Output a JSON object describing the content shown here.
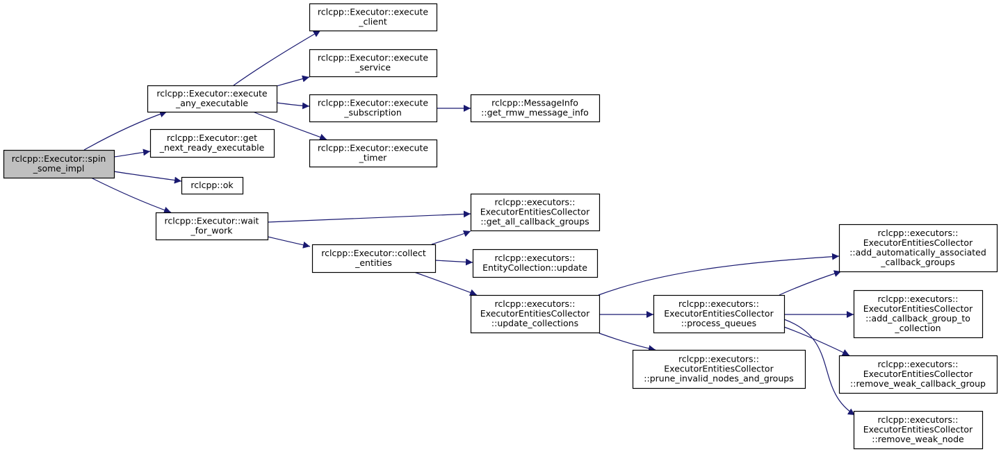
{
  "diagram": {
    "colors": {
      "edge": "#191970",
      "root_fill": "#bfbfbf",
      "node_fill": "#ffffff",
      "border": "#000000"
    },
    "nodes": [
      {
        "id": "spin_some_impl",
        "lines": [
          "rclcpp::Executor::spin",
          "_some_impl"
        ],
        "root": true
      },
      {
        "id": "execute_any_executable",
        "lines": [
          "rclcpp::Executor::execute",
          "_any_executable"
        ]
      },
      {
        "id": "get_next_ready_executable",
        "lines": [
          "rclcpp::Executor::get",
          "_next_ready_executable"
        ]
      },
      {
        "id": "ok",
        "lines": [
          "rclcpp::ok"
        ]
      },
      {
        "id": "wait_for_work",
        "lines": [
          "rclcpp::Executor::wait",
          "_for_work"
        ]
      },
      {
        "id": "execute_client",
        "lines": [
          "rclcpp::Executor::execute",
          "_client"
        ]
      },
      {
        "id": "execute_service",
        "lines": [
          "rclcpp::Executor::execute",
          "_service"
        ]
      },
      {
        "id": "execute_subscription",
        "lines": [
          "rclcpp::Executor::execute",
          "_subscription"
        ]
      },
      {
        "id": "execute_timer",
        "lines": [
          "rclcpp::Executor::execute",
          "_timer"
        ]
      },
      {
        "id": "get_rmw_message_info",
        "lines": [
          "rclcpp::MessageInfo",
          "::get_rmw_message_info"
        ]
      },
      {
        "id": "get_all_callback_groups",
        "lines": [
          "rclcpp::executors::",
          "ExecutorEntitiesCollector",
          "::get_all_callback_groups"
        ]
      },
      {
        "id": "collect_entities",
        "lines": [
          "rclcpp::Executor::collect",
          "_entities"
        ]
      },
      {
        "id": "entity_collection_update",
        "lines": [
          "rclcpp::executors::",
          "EntityCollection::update"
        ]
      },
      {
        "id": "update_collections",
        "lines": [
          "rclcpp::executors::",
          "ExecutorEntitiesCollector",
          "::update_collections"
        ]
      },
      {
        "id": "prune_invalid_nodes_and_groups",
        "lines": [
          "rclcpp::executors::",
          "ExecutorEntitiesCollector",
          "::prune_invalid_nodes_and_groups"
        ]
      },
      {
        "id": "process_queues",
        "lines": [
          "rclcpp::executors::",
          "ExecutorEntitiesCollector",
          "::process_queues"
        ]
      },
      {
        "id": "add_automatically_associated_callback_groups",
        "lines": [
          "rclcpp::executors::",
          "ExecutorEntitiesCollector",
          "::add_automatically_associated",
          "_callback_groups"
        ]
      },
      {
        "id": "add_callback_group_to_collection",
        "lines": [
          "rclcpp::executors::",
          "ExecutorEntitiesCollector",
          "::add_callback_group_to",
          "_collection"
        ]
      },
      {
        "id": "remove_weak_callback_group",
        "lines": [
          "rclcpp::executors::",
          "ExecutorEntitiesCollector",
          "::remove_weak_callback_group"
        ]
      },
      {
        "id": "remove_weak_node",
        "lines": [
          "rclcpp::executors::",
          "ExecutorEntitiesCollector",
          "::remove_weak_node"
        ]
      }
    ],
    "edges": [
      {
        "from": "spin_some_impl",
        "to": "execute_any_executable"
      },
      {
        "from": "spin_some_impl",
        "to": "get_next_ready_executable"
      },
      {
        "from": "spin_some_impl",
        "to": "ok"
      },
      {
        "from": "spin_some_impl",
        "to": "wait_for_work"
      },
      {
        "from": "execute_any_executable",
        "to": "execute_client"
      },
      {
        "from": "execute_any_executable",
        "to": "execute_service"
      },
      {
        "from": "execute_any_executable",
        "to": "execute_subscription"
      },
      {
        "from": "execute_any_executable",
        "to": "execute_timer"
      },
      {
        "from": "execute_subscription",
        "to": "get_rmw_message_info"
      },
      {
        "from": "wait_for_work",
        "to": "get_all_callback_groups"
      },
      {
        "from": "wait_for_work",
        "to": "collect_entities"
      },
      {
        "from": "collect_entities",
        "to": "get_all_callback_groups"
      },
      {
        "from": "collect_entities",
        "to": "entity_collection_update"
      },
      {
        "from": "collect_entities",
        "to": "update_collections"
      },
      {
        "from": "update_collections",
        "to": "add_automatically_associated_callback_groups"
      },
      {
        "from": "update_collections",
        "to": "process_queues"
      },
      {
        "from": "update_collections",
        "to": "prune_invalid_nodes_and_groups"
      },
      {
        "from": "process_queues",
        "to": "add_automatically_associated_callback_groups"
      },
      {
        "from": "process_queues",
        "to": "add_callback_group_to_collection"
      },
      {
        "from": "process_queues",
        "to": "remove_weak_callback_group"
      },
      {
        "from": "process_queues",
        "to": "remove_weak_node"
      }
    ]
  }
}
